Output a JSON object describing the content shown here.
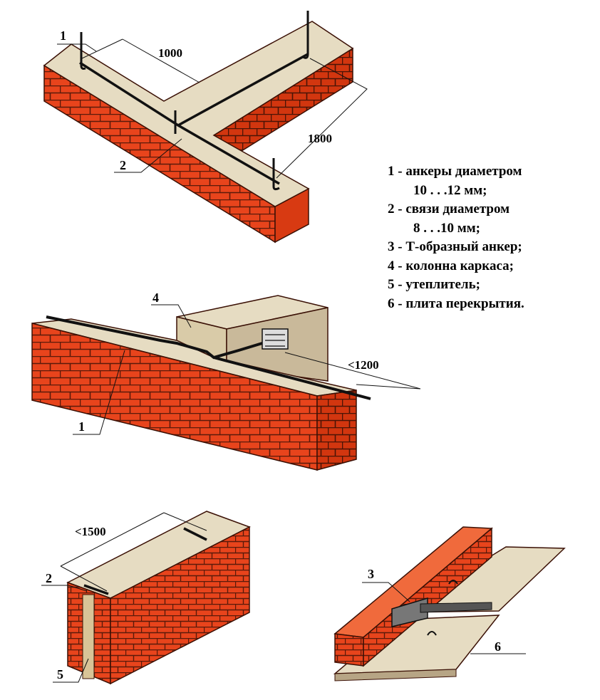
{
  "dimensions": {
    "d1000": "1000",
    "d1800": "1800",
    "d1200": "<1200",
    "d1500": "<1500"
  },
  "callouts": {
    "top_1": "1",
    "top_2": "2",
    "mid_4": "4",
    "mid_1": "1",
    "bl_2": "2",
    "bl_5": "5",
    "br_3": "3",
    "br_6": "6"
  },
  "legend": {
    "items": [
      {
        "line1": "1 - анкеры   диаметром",
        "line2": "10 . . .12 мм;"
      },
      {
        "line1": "2 - связи   диаметром",
        "line2": "8 . . .10 мм;"
      },
      {
        "line1": "3 - Т-образный  анкер;"
      },
      {
        "line1": "4 - колонна   каркаса;"
      },
      {
        "line1": "5 - утеплитель;"
      },
      {
        "line1": "6 - плита  перекрытия."
      }
    ]
  },
  "colors": {
    "brick": "#e8441c",
    "brick_shade": "#c9300f",
    "mortar": "#5a1a0a",
    "concrete": "#e6dcc2",
    "concrete_shade": "#c9b99a",
    "rod": "#111111"
  }
}
